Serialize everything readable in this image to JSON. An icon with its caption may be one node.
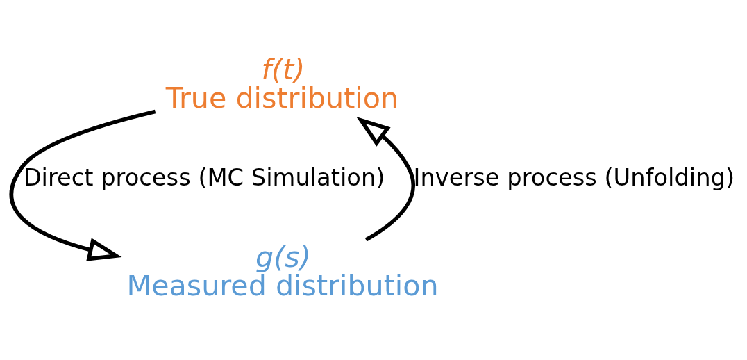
{
  "diagram": {
    "nodes": [
      {
        "text": [
          "f(t)",
          "True distribution"
        ]
      },
      {
        "text": [
          "g(s)",
          "Measured distribution"
        ]
      }
    ],
    "edges": [
      {
        "from": 0,
        "to": 1,
        "arrow": "to",
        "label": "Direct process (MC Simulation)"
      },
      {
        "from": 1,
        "to": 0,
        "arrow": "to",
        "label": "Inverse process (Unfolding)"
      }
    ]
  }
}
